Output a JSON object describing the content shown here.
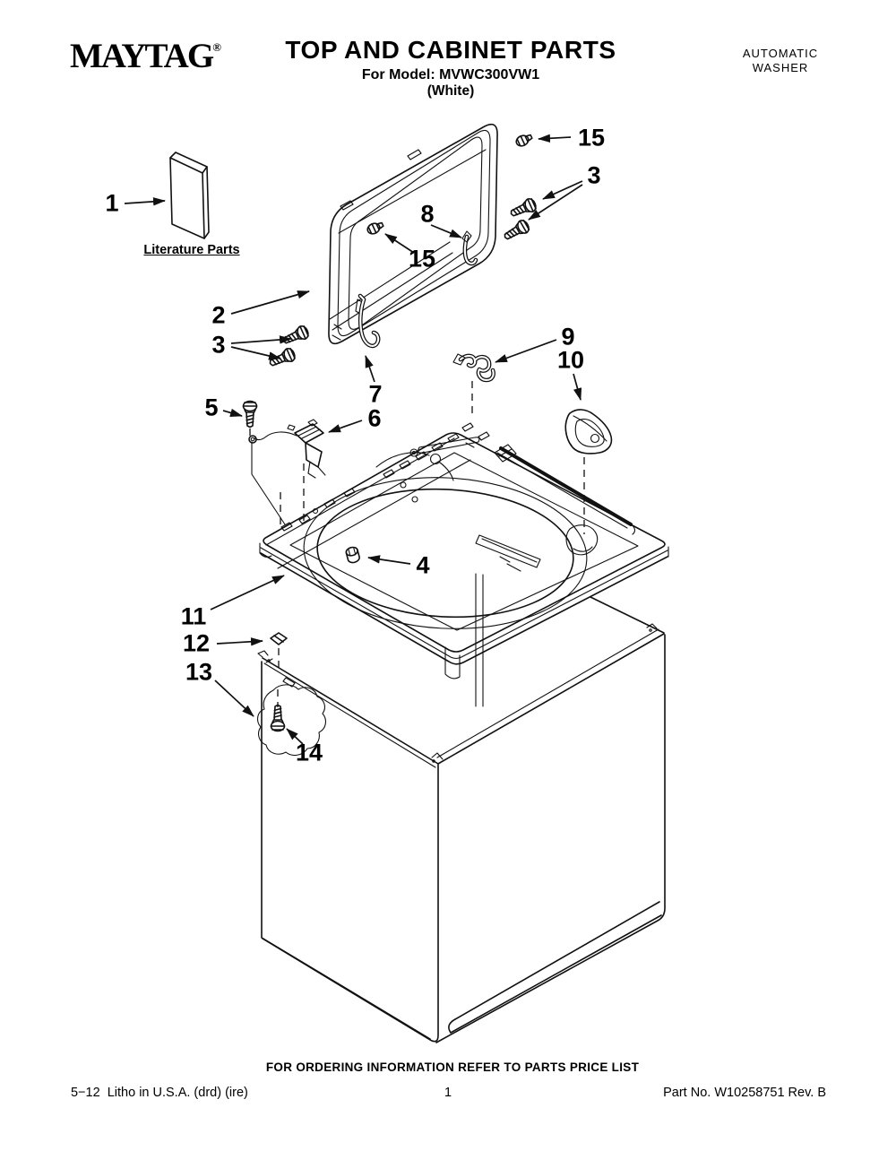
{
  "header": {
    "brand": "MAYTAG",
    "registered": "®",
    "title": "TOP AND CABINET PARTS",
    "model_line": "For Model: MVWC300VW1",
    "finish_line": "(White)",
    "product_line1": "AUTOMATIC",
    "product_line2": "WASHER"
  },
  "diagram": {
    "literature_caption": "Literature Parts",
    "callouts": [
      {
        "id": "literature-parts",
        "num": "1"
      },
      {
        "id": "lid",
        "num": "2"
      },
      {
        "id": "lid-screws-left",
        "num": "3"
      },
      {
        "id": "lid-bumper-right",
        "num": "15"
      },
      {
        "id": "lid-screws-right",
        "num": "3"
      },
      {
        "id": "lid-strike",
        "num": "8"
      },
      {
        "id": "lid-bumper-left",
        "num": "15"
      },
      {
        "id": "retainer-clip",
        "num": "9"
      },
      {
        "id": "dispenser",
        "num": "10"
      },
      {
        "id": "lid-hook",
        "num": "7"
      },
      {
        "id": "lid-switch",
        "num": "6"
      },
      {
        "id": "switch-screw",
        "num": "5"
      },
      {
        "id": "grommet",
        "num": "4"
      },
      {
        "id": "top-panel",
        "num": "11"
      },
      {
        "id": "seal",
        "num": "12"
      },
      {
        "id": "cabinet",
        "num": "13"
      },
      {
        "id": "cabinet-screw",
        "num": "14"
      }
    ]
  },
  "footer": {
    "ordering_note": "FOR ORDERING INFORMATION REFER TO PARTS PRICE LIST",
    "litho": "5−12  Litho in U.S.A. (drd) (ire)",
    "page_number": "1",
    "part_number": "Part No. W10258751 Rev. B"
  },
  "colors": {
    "ink": "#111111",
    "paper": "#ffffff"
  }
}
